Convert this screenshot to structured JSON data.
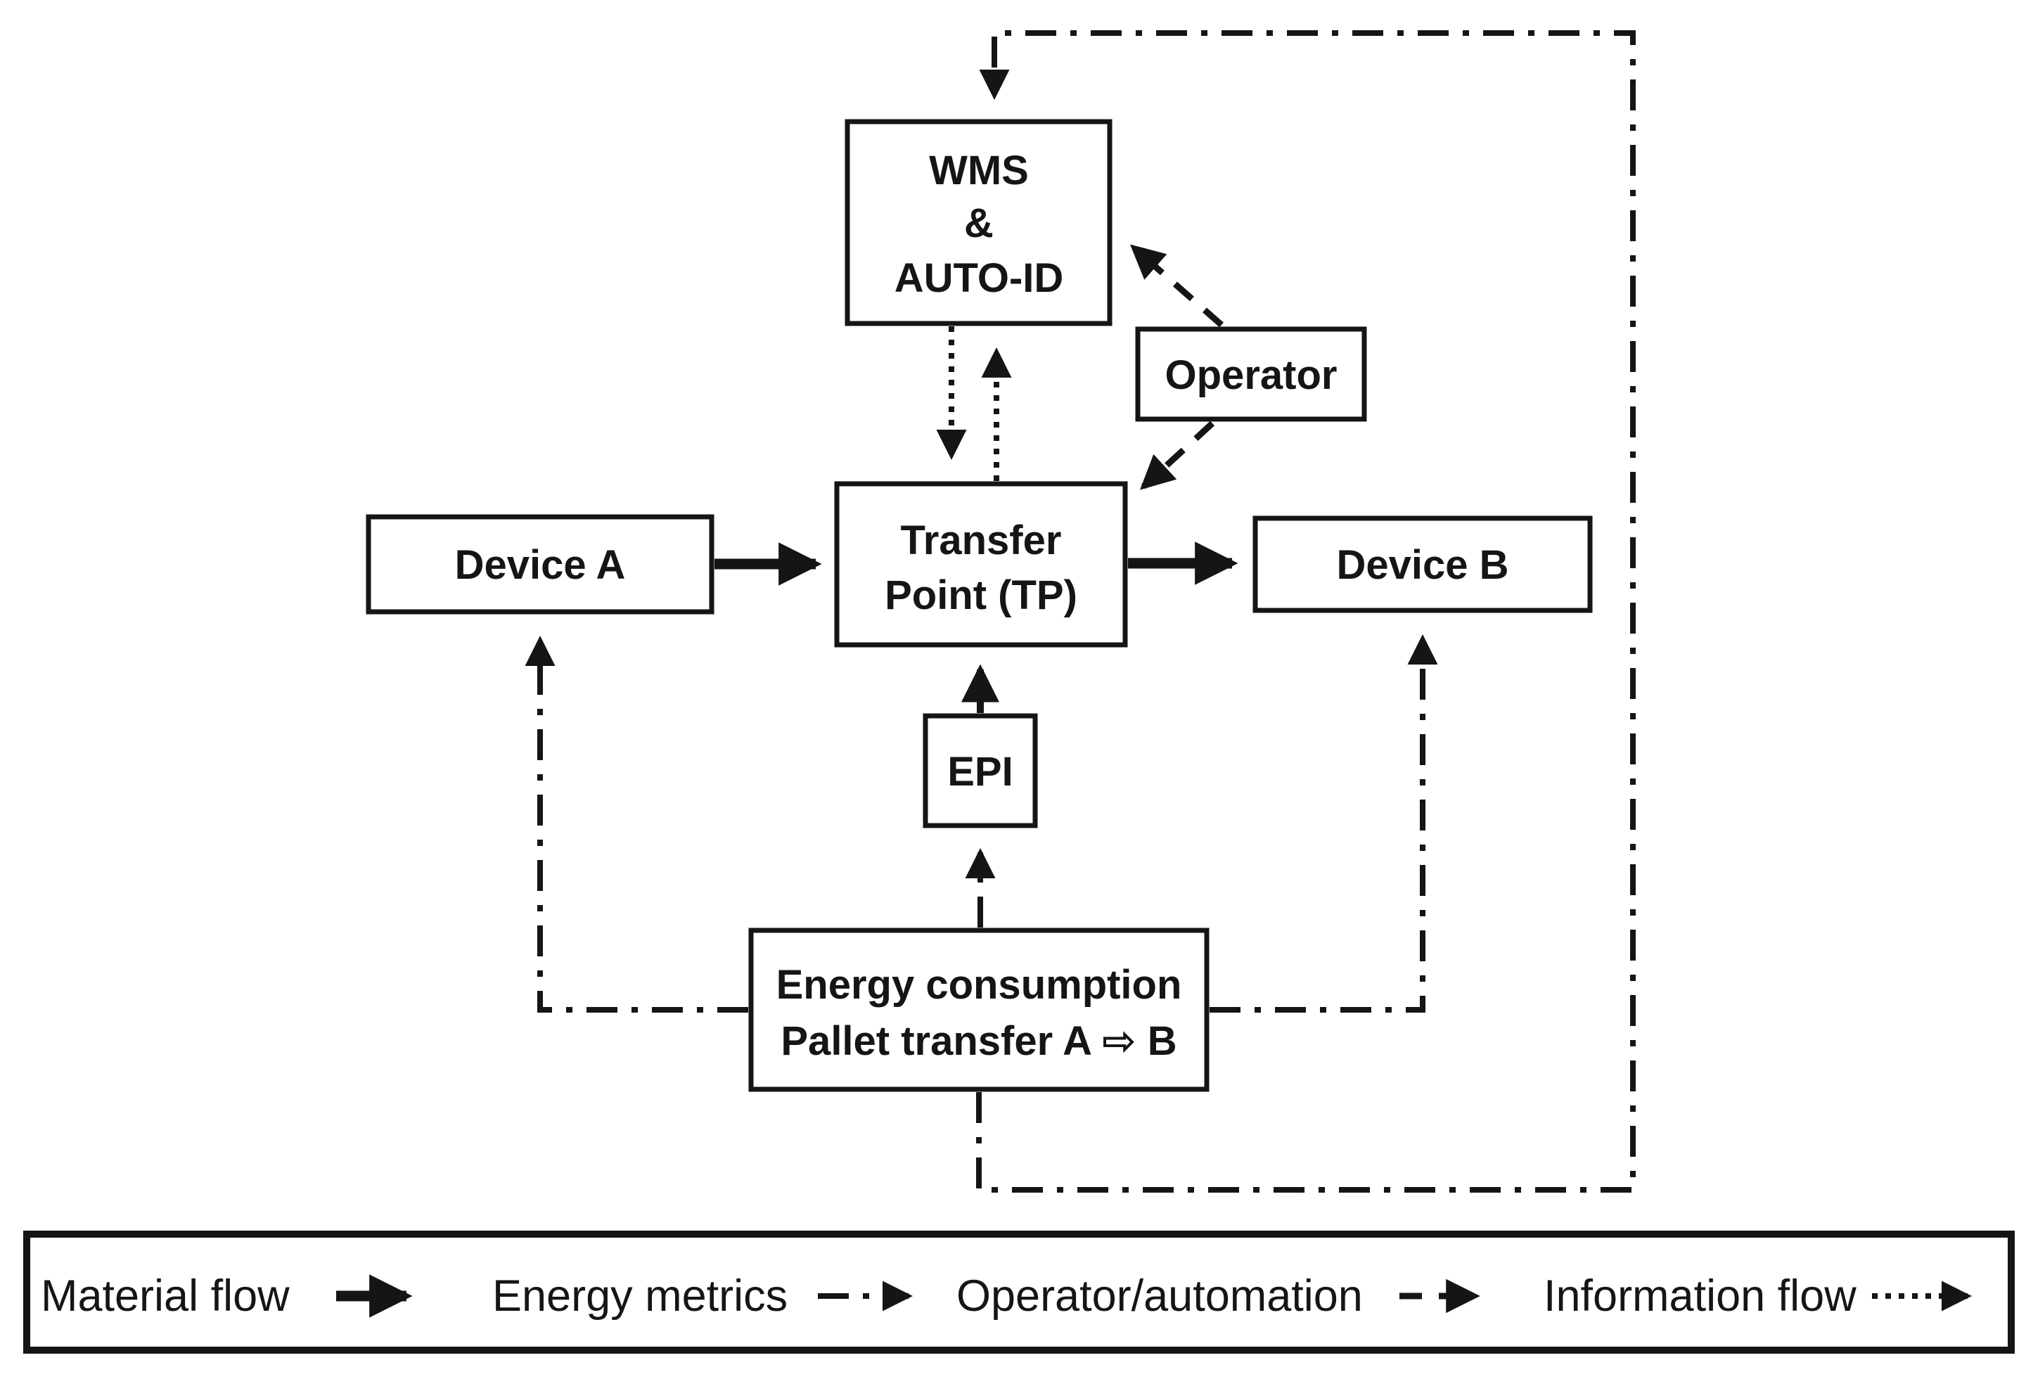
{
  "diagram": {
    "background": "#ffffff",
    "ink": "#151515",
    "boxes": {
      "wms": {
        "lines": [
          "WMS",
          "&",
          "AUTO-ID"
        ]
      },
      "operator": {
        "label": "Operator"
      },
      "device_a": {
        "label": "Device A"
      },
      "transfer_point": {
        "lines": [
          "Transfer",
          "Point (TP)"
        ]
      },
      "device_b": {
        "label": "Device B"
      },
      "epi": {
        "label": "EPI"
      },
      "energy": {
        "lines": [
          "Energy consumption",
          "Pallet transfer A ⇨ B"
        ]
      }
    },
    "edges": [
      {
        "from": "Device A",
        "to": "Transfer Point (TP)",
        "type": "material-flow"
      },
      {
        "from": "Transfer Point (TP)",
        "to": "Device B",
        "type": "material-flow"
      },
      {
        "from": "WMS & AUTO-ID",
        "to": "Transfer Point (TP)",
        "type": "information-flow"
      },
      {
        "from": "Transfer Point (TP)",
        "to": "WMS & AUTO-ID",
        "type": "information-flow"
      },
      {
        "from": "Operator",
        "to": "WMS & AUTO-ID",
        "type": "operator-automation"
      },
      {
        "from": "Operator",
        "to": "Transfer Point (TP)",
        "type": "operator-automation"
      },
      {
        "from": "EPI",
        "to": "Transfer Point (TP)",
        "type": "solid"
      },
      {
        "from": "Energy consumption Pallet transfer A ⇨ B",
        "to": "EPI",
        "type": "energy-metrics"
      },
      {
        "from": "Energy consumption Pallet transfer A ⇨ B",
        "to": "Device A",
        "type": "energy-metrics"
      },
      {
        "from": "Energy consumption Pallet transfer A ⇨ B",
        "to": "Device B",
        "type": "energy-metrics"
      },
      {
        "from": "Energy consumption Pallet transfer A ⇨ B",
        "to": "WMS & AUTO-ID",
        "type": "energy-metrics"
      }
    ]
  },
  "legend": {
    "items": [
      {
        "label": "Material flow",
        "style": "solid-thick-arrow"
      },
      {
        "label": "Energy metrics",
        "style": "dash-dot-arrow"
      },
      {
        "label": "Operator/automation",
        "style": "dashed-arrow"
      },
      {
        "label": "Information flow",
        "style": "dotted-arrow"
      }
    ]
  }
}
